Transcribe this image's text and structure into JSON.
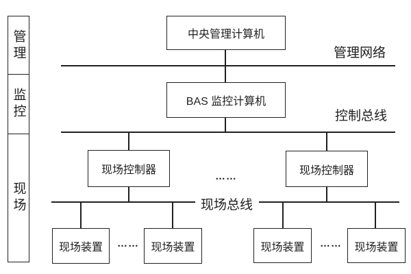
{
  "sidebar": {
    "levels": [
      {
        "label": "管理"
      },
      {
        "label": "监控"
      },
      {
        "label": "现场"
      }
    ]
  },
  "nodes": {
    "central_computer": {
      "label": "中央管理计算机"
    },
    "bas_computer": {
      "label": "BAS 监控计算机"
    },
    "field_controllers": [
      {
        "label": "现场控制器"
      },
      {
        "label": "现场控制器"
      }
    ],
    "field_devices": [
      {
        "label": "现场装置"
      },
      {
        "label": "现场装置"
      },
      {
        "label": "现场装置"
      },
      {
        "label": "现场装置"
      }
    ]
  },
  "buses": {
    "management_network": {
      "label": "管理网络"
    },
    "control_bus": {
      "label": "控制总线"
    },
    "field_bus": {
      "label": "现场总线"
    }
  },
  "ellipsis": "……",
  "colors": {
    "line": "#1f1f1f",
    "text": "#1f1f1f",
    "background": "#ffffff"
  }
}
